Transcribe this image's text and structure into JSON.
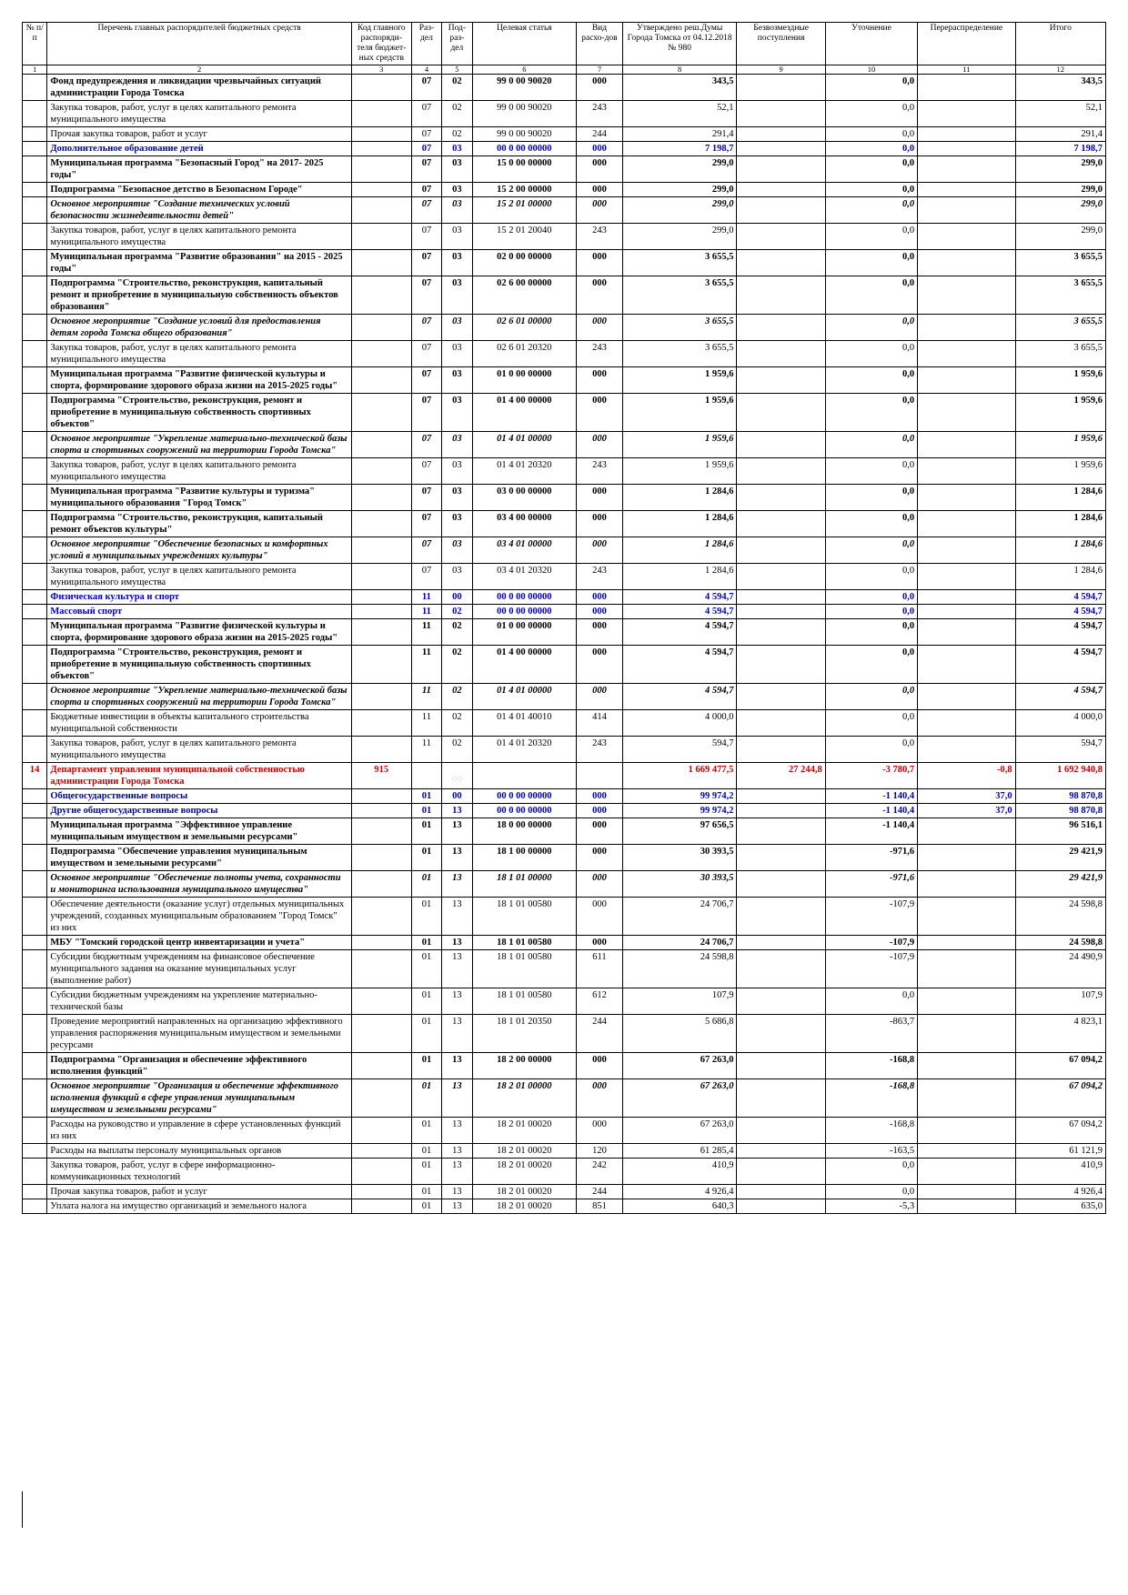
{
  "headers": {
    "num": "№ п/п",
    "name": "Перечень главных распорядителей бюджетных средств",
    "code": "Код главного распоряди-теля бюджет-ных средств",
    "rz": "Раз-дел",
    "pr": "Под-раз-дел",
    "cs": "Целевая статья",
    "vr": "Вид расхо-дов",
    "v8": "Утверждено реш.Думы Города Томска от 04.12.2018 № 980",
    "v9": "Безвозмездные поступления",
    "v10": "Уточнение",
    "v11": "Перераспределение",
    "v12": "Итого"
  },
  "column_numbers": [
    "1",
    "2",
    "3",
    "4",
    "5",
    "6",
    "7",
    "8",
    "9",
    "10",
    "11",
    "12"
  ],
  "rows": [
    {
      "style": "b",
      "name": "Фонд предупреждения и ликвидации чрезвычайных ситуаций администрации Города Томска",
      "rz": "07",
      "pr": "02",
      "cs": "99 0 00 90020",
      "vr": "000",
      "v8": "343,5",
      "v10": "0,0",
      "v12": "343,5"
    },
    {
      "style": "n",
      "name": "Закупка товаров, работ, услуг в целях капитального ремонта муниципального имущества",
      "rz": "07",
      "pr": "02",
      "cs": "99 0 00 90020",
      "vr": "243",
      "v8": "52,1",
      "v10": "0,0",
      "v12": "52,1"
    },
    {
      "style": "n",
      "name": "Прочая закупка товаров, работ и услуг",
      "rz": "07",
      "pr": "02",
      "cs": "99 0 00 90020",
      "vr": "244",
      "v8": "291,4",
      "v10": "0,0",
      "v12": "291,4"
    },
    {
      "style": "blue",
      "name": "Дополнительное образование детей",
      "rz": "07",
      "pr": "03",
      "cs": "00 0 00 00000",
      "vr": "000",
      "v8": "7 198,7",
      "v10": "0,0",
      "v12": "7 198,7"
    },
    {
      "style": "b",
      "name": "Муниципальная программа \"Безопасный Город\" на 2017- 2025 годы\"",
      "rz": "07",
      "pr": "03",
      "cs": "15 0 00 00000",
      "vr": "000",
      "v8": "299,0",
      "v10": "0,0",
      "v12": "299,0"
    },
    {
      "style": "b",
      "name": "Подпрограмма \"Безопасное детство в Безопасном Городе\"",
      "rz": "07",
      "pr": "03",
      "cs": "15 2 00 00000",
      "vr": "000",
      "v8": "299,0",
      "v10": "0,0",
      "v12": "299,0"
    },
    {
      "style": "bi",
      "name": "Основное мероприятие \"Создание технических условий безопасности жизнедеятельности детей\"",
      "rz": "07",
      "pr": "03",
      "cs": "15 2 01 00000",
      "vr": "000",
      "v8": "299,0",
      "v10": "0,0",
      "v12": "299,0"
    },
    {
      "style": "n",
      "name": "Закупка товаров, работ, услуг в целях капитального ремонта муниципального имущества",
      "rz": "07",
      "pr": "03",
      "cs": "15 2 01 20040",
      "vr": "243",
      "v8": "299,0",
      "v10": "0,0",
      "v12": "299,0"
    },
    {
      "style": "b",
      "name": "Муниципальная программа \"Развитие образования\" на 2015 - 2025 годы\"",
      "rz": "07",
      "pr": "03",
      "cs": "02 0 00 00000",
      "vr": "000",
      "v8": "3 655,5",
      "v10": "0,0",
      "v12": "3 655,5"
    },
    {
      "style": "b",
      "name": "Подпрограмма \"Строительство, реконструкция, капитальный ремонт и приобретение в муниципальную собственность объектов образования\"",
      "rz": "07",
      "pr": "03",
      "cs": "02 6 00 00000",
      "vr": "000",
      "v8": "3 655,5",
      "v10": "0,0",
      "v12": "3 655,5"
    },
    {
      "style": "bi",
      "name": "Основное мероприятие \"Создание условий для предоставления детям города Томска общего образования\"",
      "rz": "07",
      "pr": "03",
      "cs": "02 6 01 00000",
      "vr": "000",
      "v8": "3 655,5",
      "v10": "0,0",
      "v12": "3 655,5"
    },
    {
      "style": "n",
      "name": "Закупка товаров, работ, услуг в целях капитального ремонта муниципального имущества",
      "rz": "07",
      "pr": "03",
      "cs": "02 6 01 20320",
      "vr": "243",
      "v8": "3 655,5",
      "v10": "0,0",
      "v12": "3 655,5"
    },
    {
      "style": "b",
      "name": "Муниципальная программа \"Развитие физической культуры и спорта, формирование здорового образа жизни на 2015-2025 годы\"",
      "rz": "07",
      "pr": "03",
      "cs": "01 0 00 00000",
      "vr": "000",
      "v8": "1 959,6",
      "v10": "0,0",
      "v12": "1 959,6"
    },
    {
      "style": "b",
      "name": "Подпрограмма \"Строительство, реконструкция, ремонт и приобретение в муниципальную собственность спортивных объектов\"",
      "rz": "07",
      "pr": "03",
      "cs": "01 4 00 00000",
      "vr": "000",
      "v8": "1 959,6",
      "v10": "0,0",
      "v12": "1 959,6"
    },
    {
      "style": "bi",
      "name": "Основное мероприятие \"Укрепление материально-технической базы спорта и спортивных сооружений на территории Города Томска\"",
      "rz": "07",
      "pr": "03",
      "cs": "01 4 01 00000",
      "vr": "000",
      "v8": "1 959,6",
      "v10": "0,0",
      "v12": "1 959,6"
    },
    {
      "style": "n",
      "name": "Закупка товаров, работ, услуг в целях капитального ремонта муниципального имущества",
      "rz": "07",
      "pr": "03",
      "cs": "01 4 01 20320",
      "vr": "243",
      "v8": "1 959,6",
      "v10": "0,0",
      "v12": "1 959,6"
    },
    {
      "style": "b",
      "name": "Муниципальная программа \"Развитие культуры и туризма\" муниципального образования \"Город Томск\"",
      "rz": "07",
      "pr": "03",
      "cs": "03 0 00 00000",
      "vr": "000",
      "v8": "1 284,6",
      "v10": "0,0",
      "v12": "1 284,6"
    },
    {
      "style": "b",
      "name": "Подпрограмма \"Строительство, реконструкция, капитальный ремонт объектов культуры\"",
      "rz": "07",
      "pr": "03",
      "cs": "03 4 00 00000",
      "vr": "000",
      "v8": "1 284,6",
      "v10": "0,0",
      "v12": "1 284,6"
    },
    {
      "style": "bi",
      "name": "Основное мероприятие \"Обеспечение безопасных и комфортных условий в муниципальных учреждениях культуры\"",
      "rz": "07",
      "pr": "03",
      "cs": "03 4 01 00000",
      "vr": "000",
      "v8": "1 284,6",
      "v10": "0,0",
      "v12": "1 284,6"
    },
    {
      "style": "n",
      "name": "Закупка товаров, работ, услуг в целях капитального ремонта муниципального имущества",
      "rz": "07",
      "pr": "03",
      "cs": "03 4 01 20320",
      "vr": "243",
      "v8": "1 284,6",
      "v10": "0,0",
      "v12": "1 284,6"
    },
    {
      "style": "blue",
      "name": "Физическая культура и спорт",
      "rz": "11",
      "pr": "00",
      "cs": "00 0 00 00000",
      "vr": "000",
      "v8": "4 594,7",
      "v10": "0,0",
      "v12": "4 594,7"
    },
    {
      "style": "blue",
      "name": "Массовый спорт",
      "rz": "11",
      "pr": "02",
      "cs": "00 0 00 00000",
      "vr": "000",
      "v8": "4 594,7",
      "v10": "0,0",
      "v12": "4 594,7"
    },
    {
      "style": "b",
      "name": "Муниципальная программа \"Развитие физической культуры и спорта, формирование здорового образа жизни на 2015-2025 годы\"",
      "rz": "11",
      "pr": "02",
      "cs": "01 0 00 00000",
      "vr": "000",
      "v8": "4 594,7",
      "v10": "0,0",
      "v12": "4 594,7"
    },
    {
      "style": "b",
      "name": "Подпрограмма \"Строительство, реконструкция, ремонт и приобретение в муниципальную собственность спортивных объектов\"",
      "rz": "11",
      "pr": "02",
      "cs": "01 4 00 00000",
      "vr": "000",
      "v8": "4 594,7",
      "v10": "0,0",
      "v12": "4 594,7"
    },
    {
      "style": "bi",
      "name": "Основное мероприятие \"Укрепление материально-технической базы спорта и спортивных сооружений на территории Города Томска\"",
      "rz": "11",
      "pr": "02",
      "cs": "01 4 01 00000",
      "vr": "000",
      "v8": "4 594,7",
      "v10": "0,0",
      "v12": "4 594,7"
    },
    {
      "style": "n",
      "name": "Бюджетные инвестиции в объекты капитального строительства муниципальной собственности",
      "rz": "11",
      "pr": "02",
      "cs": "01 4 01 40010",
      "vr": "414",
      "v8": "4 000,0",
      "v10": "0,0",
      "v12": "4 000,0"
    },
    {
      "style": "n",
      "name": "Закупка товаров, работ, услуг в целях капитального ремонта муниципального имущества",
      "rz": "11",
      "pr": "02",
      "cs": "01 4 01 20320",
      "vr": "243",
      "v8": "594,7",
      "v10": "0,0",
      "v12": "594,7"
    },
    {
      "style": "red",
      "num": "14",
      "name": "Департамент управления муниципальной собственностью администрации Города Томска",
      "code": "915",
      "v8": "1 669 477,5",
      "v9": "27 244,8",
      "v10": "-3 780,7",
      "v11": "-0,8",
      "v12": "1 692 940,8"
    },
    {
      "style": "blue",
      "name": "Общегосударственные вопросы",
      "rz": "01",
      "pr": "00",
      "cs": "00 0 00 00000",
      "vr": "000",
      "v8": "99 974,2",
      "v10": "-1 140,4",
      "v11": "37,0",
      "v12": "98 870,8"
    },
    {
      "style": "blue",
      "name": "Другие общегосударственные вопросы",
      "rz": "01",
      "pr": "13",
      "cs": "00 0 00 00000",
      "vr": "000",
      "v8": "99 974,2",
      "v10": "-1 140,4",
      "v11": "37,0",
      "v12": "98 870,8"
    },
    {
      "style": "b",
      "name": "Муниципальная программа \"Эффективное управление муниципальным имуществом и земельными ресурсами\"",
      "rz": "01",
      "pr": "13",
      "cs": "18 0 00 00000",
      "vr": "000",
      "v8": "97 656,5",
      "v10": "-1 140,4",
      "v12": "96 516,1"
    },
    {
      "style": "b",
      "name": "Подпрограмма \"Обеспечение управления муниципальным имуществом и земельными ресурсами\"",
      "rz": "01",
      "pr": "13",
      "cs": "18 1 00 00000",
      "vr": "000",
      "v8": "30 393,5",
      "v10": "-971,6",
      "v12": "29 421,9"
    },
    {
      "style": "bi",
      "name": "Основное мероприятие \"Обеспечение полноты учета, сохранности и мониторинга использования муниципального имущества\"",
      "rz": "01",
      "pr": "13",
      "cs": "18 1 01 00000",
      "vr": "000",
      "v8": "30 393,5",
      "v10": "-971,6",
      "v12": "29 421,9"
    },
    {
      "style": "n",
      "name": "Обеспечение деятельности (оказание услуг) отдельных муниципальных учреждений, созданных муниципальным образованием \"Город Томск\" из них",
      "rz": "01",
      "pr": "13",
      "cs": "18 1 01 00580",
      "vr": "000",
      "v8": "24 706,7",
      "v10": "-107,9",
      "v12": "24 598,8"
    },
    {
      "style": "b",
      "name": "МБУ \"Томский городской центр инвентаризации и учета\"",
      "rz": "01",
      "pr": "13",
      "cs": "18 1 01 00580",
      "vr": "000",
      "v8": "24 706,7",
      "v10": "-107,9",
      "v12": "24 598,8"
    },
    {
      "style": "n",
      "name": "Субсидии бюджетным учреждениям на финансовое обеспечение муниципального задания на оказание муниципальных услуг (выполнение работ)",
      "rz": "01",
      "pr": "13",
      "cs": "18 1 01 00580",
      "vr": "611",
      "v8": "24 598,8",
      "v10": "-107,9",
      "v12": "24 490,9"
    },
    {
      "style": "n",
      "name": "Субсидии бюджетным учреждениям на укрепление материально-технической базы",
      "rz": "01",
      "pr": "13",
      "cs": "18 1 01 00580",
      "vr": "612",
      "v8": "107,9",
      "v10": "0,0",
      "v12": "107,9"
    },
    {
      "style": "n",
      "name": "Проведение мероприятий направленных на организацию эффективного управления распоряжения муниципальным имуществом и земельными ресурсами",
      "rz": "01",
      "pr": "13",
      "cs": "18 1 01 20350",
      "vr": "244",
      "v8": "5 686,8",
      "v10": "-863,7",
      "v12": "4 823,1"
    },
    {
      "style": "b",
      "name": "Подпрограмма \"Организация и обеспечение эффективного исполнения функций\"",
      "rz": "01",
      "pr": "13",
      "cs": "18 2 00 00000",
      "vr": "000",
      "v8": "67 263,0",
      "v10": "-168,8",
      "v12": "67 094,2"
    },
    {
      "style": "bi",
      "name": "Основное мероприятие \"Организация и обеспечение эффективного исполнения функций в сфере управления муниципальным имуществом и земельными ресурсами\"",
      "rz": "01",
      "pr": "13",
      "cs": "18 2 01 00000",
      "vr": "000",
      "v8": "67 263,0",
      "v10": "-168,8",
      "v12": "67 094,2"
    },
    {
      "style": "n",
      "name": "Расходы на руководство и управление в сфере установленных функций из них",
      "rz": "01",
      "pr": "13",
      "cs": "18 2 01 00020",
      "vr": "000",
      "v8": "67 263,0",
      "v10": "-168,8",
      "v12": "67 094,2"
    },
    {
      "style": "n",
      "name": "Расходы на выплаты персоналу муниципальных органов",
      "rz": "01",
      "pr": "13",
      "cs": "18 2 01 00020",
      "vr": "120",
      "v8": "61 285,4",
      "v10": "-163,5",
      "v12": "61 121,9"
    },
    {
      "style": "n",
      "name": "Закупка товаров, работ, услуг в сфере информационно-коммуникационных технологий",
      "rz": "01",
      "pr": "13",
      "cs": "18 2 01 00020",
      "vr": "242",
      "v8": "410,9",
      "v10": "0,0",
      "v12": "410,9"
    },
    {
      "style": "n",
      "name": "Прочая закупка товаров, работ и услуг",
      "rz": "01",
      "pr": "13",
      "cs": "18 2 01 00020",
      "vr": "244",
      "v8": "4 926,4",
      "v10": "0,0",
      "v12": "4 926,4"
    },
    {
      "style": "n",
      "name": "Уплата налога на имущество организаций и земельного налога",
      "rz": "01",
      "pr": "13",
      "cs": "18 2 01 00020",
      "vr": "851",
      "v8": "640,3",
      "v10": "-5,3",
      "v12": "635,0"
    }
  ]
}
